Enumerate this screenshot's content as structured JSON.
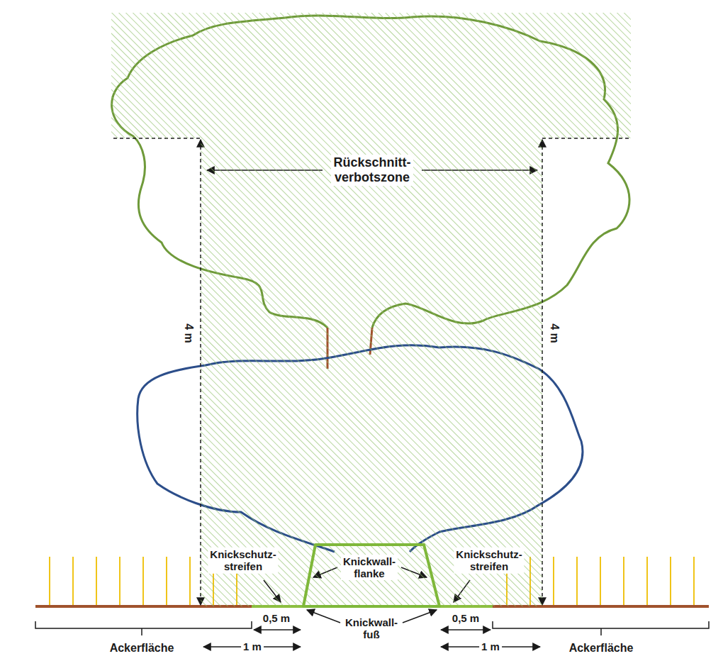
{
  "diagram": {
    "nodes": [
      {
        "text": [
          "Rückschnitt- verbotszone"
        ]
      },
      {
        "text": [
          "Knickwall- flanke"
        ],
        "in": 0
      }
    ],
    "labels": [
      "4 m",
      "4 m",
      "Knickschutz- streifen",
      "Knickschutz- streifen",
      "Knickwall- fuß",
      "0,5 m",
      "0,5 m",
      "1 m",
      "1 m",
      "Ackerfläche",
      "Ackerfläche"
    ]
  }
}
